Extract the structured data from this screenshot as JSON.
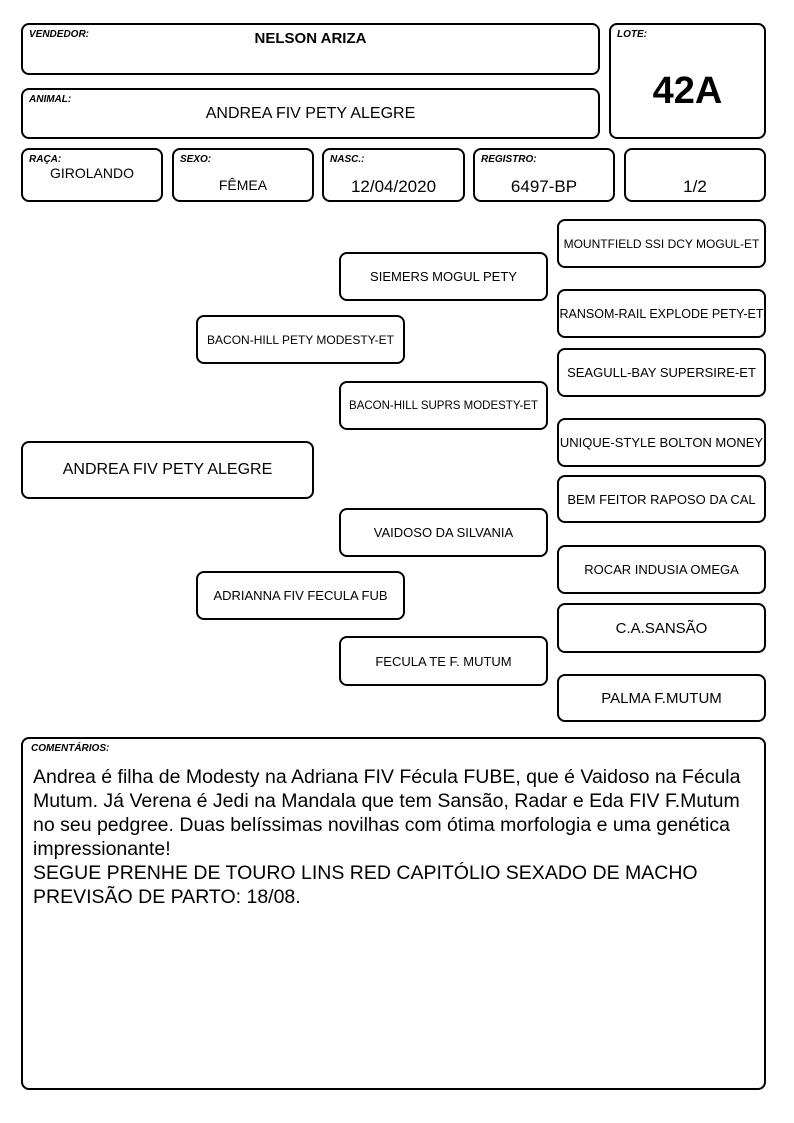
{
  "header": {
    "vendedor_label": "VENDEDOR:",
    "vendedor_value": "NELSON ARIZA",
    "lote_label": "LOTE:",
    "lote_value": "42A",
    "animal_label": "ANIMAL:",
    "animal_value": "ANDREA FIV PETY ALEGRE",
    "raca_label": "RAÇA:",
    "raca_value": "GIROLANDO",
    "sexo_label": "SEXO:",
    "sexo_value": "FÊMEA",
    "nasc_label": "NASC.:",
    "nasc_value": "12/04/2020",
    "registro_label": "REGISTRO:",
    "registro_value": "6497-BP",
    "fraction_value": "1/2"
  },
  "pedigree": {
    "animal": "ANDREA FIV PETY ALEGRE",
    "sire": "BACON-HILL PETY MODESTY-ET",
    "dam": "ADRIANNA FIV FECULA FUB",
    "sire_sire": "SIEMERS MOGUL PETY",
    "sire_dam": "BACON-HILL SUPRS MODESTY-ET",
    "dam_sire": "VAIDOSO DA SILVANIA",
    "dam_dam": "FECULA TE F. MUTUM",
    "ggp": [
      "MOUNTFIELD SSI DCY MOGUL-ET",
      "RANSOM-RAIL EXPLODE PETY-ET",
      "SEAGULL-BAY SUPERSIRE-ET",
      "UNIQUE-STYLE BOLTON MONEY",
      "BEM FEITOR RAPOSO DA CAL",
      "ROCAR INDUSIA OMEGA",
      "C.A.SANSÃO",
      "PALMA F.MUTUM"
    ]
  },
  "comments": {
    "label": "COMENTÁRIOS:",
    "lines": [
      "Andrea é filha de Modesty na Adriana FIV Fécula FUBE, que é Vaidoso na Fécula Mutum. Já Verena é Jedi na Mandala que tem Sansão, Radar e Eda FIV F.Mutum no seu pedgree. Duas belíssimas novilhas com ótima morfologia e uma genética impressionante!",
      "SEGUE PRENHE DE TOURO LINS RED CAPITÓLIO SEXADO DE MACHO",
      "PREVISÃO DE PARTO: 18/08."
    ]
  }
}
